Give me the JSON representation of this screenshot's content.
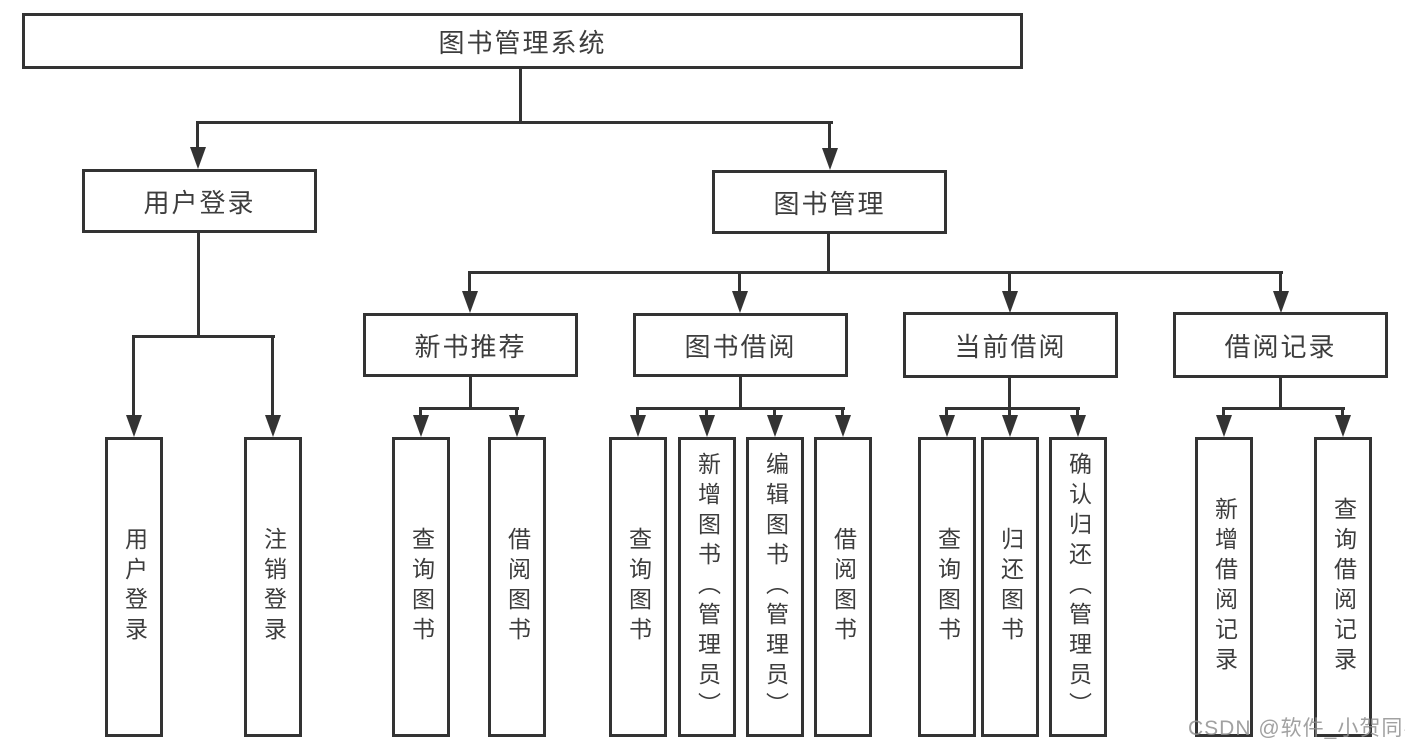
{
  "diagram": {
    "root": {
      "label": "图书管理系统",
      "children": [
        {
          "label": "用户登录",
          "children": [
            {
              "label": "用户登录"
            },
            {
              "label": "注销登录"
            }
          ]
        },
        {
          "label": "图书管理",
          "children": [
            {
              "label": "新书推荐",
              "children": [
                {
                  "label": "查询图书"
                },
                {
                  "label": "借阅图书"
                }
              ]
            },
            {
              "label": "图书借阅",
              "children": [
                {
                  "label": "查询图书"
                },
                {
                  "label": "新增图书（管理员）"
                },
                {
                  "label": "编辑图书（管理员）"
                },
                {
                  "label": "借阅图书"
                }
              ]
            },
            {
              "label": "当前借阅",
              "children": [
                {
                  "label": "查询图书"
                },
                {
                  "label": "归还图书"
                },
                {
                  "label": "确认归还（管理员）"
                }
              ]
            },
            {
              "label": "借阅记录",
              "children": [
                {
                  "label": "新增借阅记录"
                },
                {
                  "label": "查询借阅记录"
                }
              ]
            }
          ]
        }
      ]
    },
    "colors": {
      "line": "#333333",
      "text": "#3d3d3d",
      "background": "#ffffff",
      "watermark": "#919191"
    }
  },
  "watermark": {
    "text": "CSDN @软件_小贺同学"
  }
}
